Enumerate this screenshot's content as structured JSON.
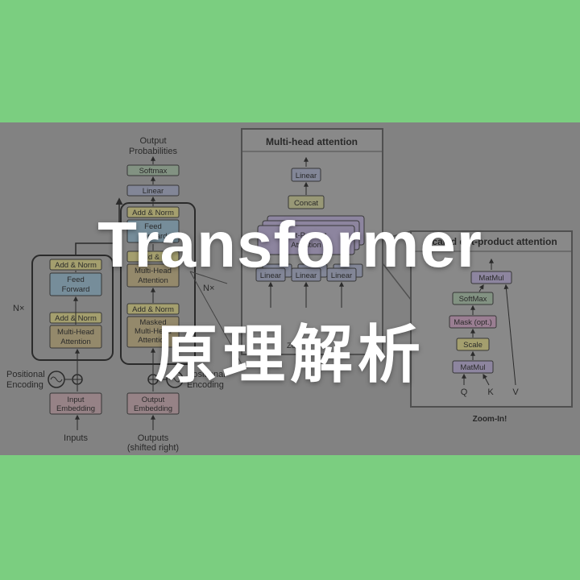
{
  "title": {
    "main": "Transformer",
    "subtitle": "原理解析"
  },
  "encoder": {
    "add_norm_top": "Add & Norm",
    "feed_forward": [
      "Feed",
      "Forward"
    ],
    "add_norm_bottom": "Add & Norm",
    "multi_head": [
      "Multi-Head",
      "Attention"
    ],
    "nx": "N×",
    "positional_encoding": [
      "Positional",
      "Encoding"
    ],
    "input_embedding": [
      "Input",
      "Embedding"
    ],
    "inputs": "Inputs"
  },
  "decoder": {
    "output_probabilities": [
      "Output",
      "Probabilities"
    ],
    "softmax": "Softmax",
    "linear": "Linear",
    "add_norm_top": "Add & Norm",
    "feed_forward": [
      "Feed",
      "Forward"
    ],
    "add_norm_mid": "Add & N",
    "multi_head": [
      "Multi-Head",
      "Attention"
    ],
    "add_norm_bottom": "Add & Norm",
    "masked": [
      "Masked",
      "Multi-Head",
      "Attention"
    ],
    "nx": "N×",
    "positional_encoding": [
      "Positional",
      "Encoding"
    ],
    "output_embedding": [
      "Output",
      "Embedding"
    ],
    "outputs": [
      "Outputs",
      "(shifted right)"
    ]
  },
  "mha_panel": {
    "title": "Multi-head attention",
    "linear_top": "Linear",
    "concat": "Concat",
    "dot_product": [
      "Dot-Product",
      "Attention"
    ],
    "linear": [
      "Linear",
      "Linear",
      "Linear"
    ],
    "zoom": "Zo"
  },
  "sdpa_panel": {
    "title": "Scaled dot-product attention",
    "matmul_top": "MatMul",
    "softmax": "SoftMax",
    "mask": "Mask (opt.)",
    "scale": "Scale",
    "matmul_bottom": "MatMul",
    "inputs": [
      "Q",
      "K",
      "V"
    ],
    "zoom": "Zoom-In!"
  },
  "colors": {
    "background": "#7bce80",
    "panel": "#9a9a9a",
    "add_norm": "#c9c27e",
    "feed_forward": "#8aa9bc",
    "attention": "#b3a47a",
    "embedding": "#b69aa0",
    "linear": "#9aa0b8",
    "softmax": "#9ab09a",
    "concat": "#b9b98a",
    "mask": "#bb95b0",
    "title": "#ffffff"
  }
}
